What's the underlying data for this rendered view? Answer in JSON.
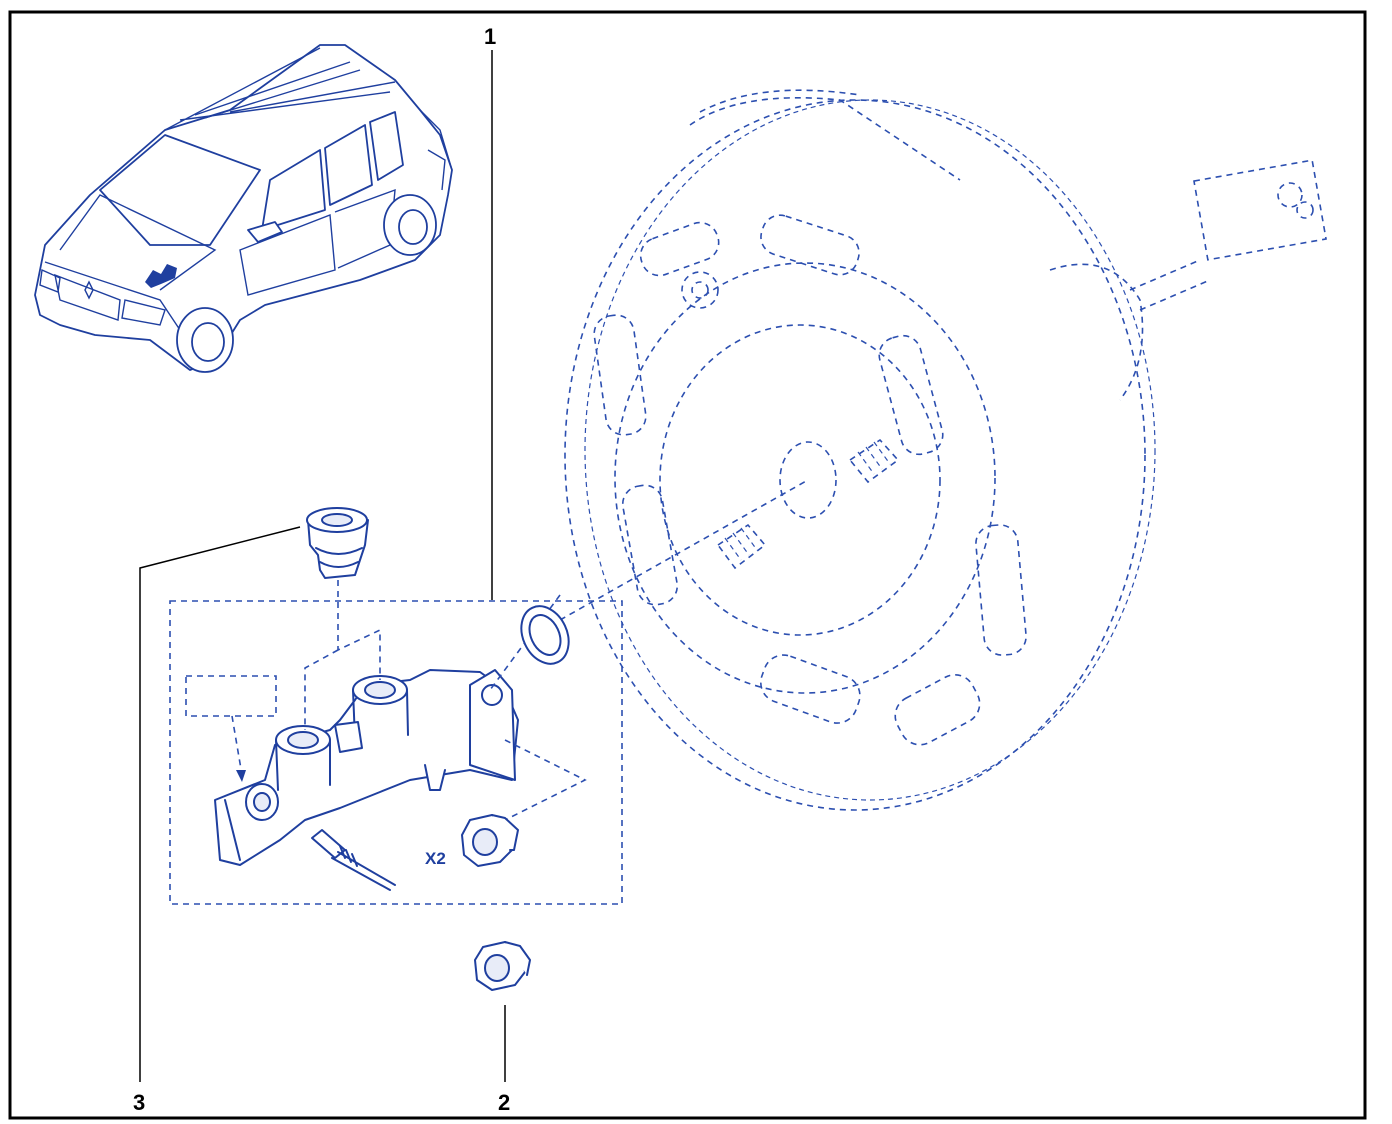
{
  "callouts": [
    {
      "id": "1",
      "label": "1"
    },
    {
      "id": "2",
      "label": "2"
    },
    {
      "id": "3",
      "label": "3"
    }
  ],
  "quantity_label": "X2",
  "colors": {
    "line": "#1f3f9f",
    "frame": "#000000",
    "background": "#ffffff"
  }
}
